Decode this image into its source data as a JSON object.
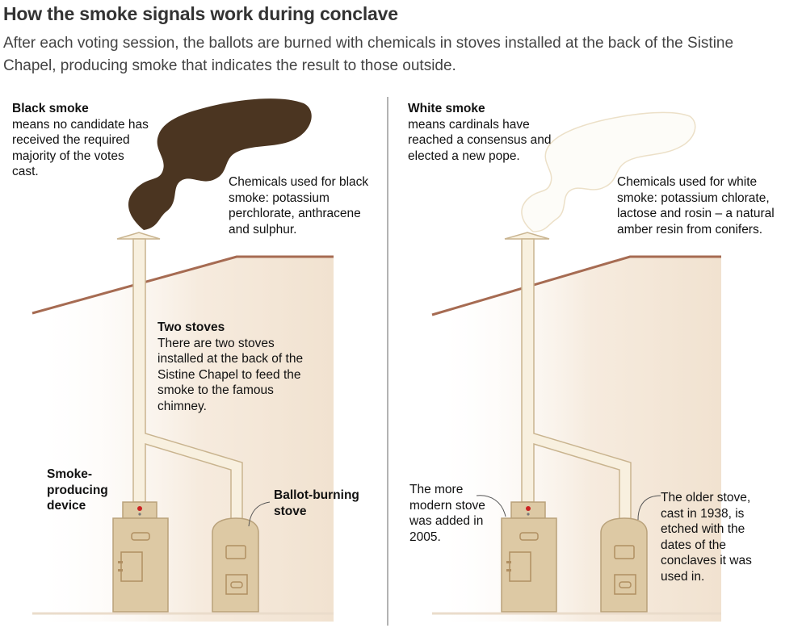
{
  "header": {
    "title": "How the smoke signals work during conclave",
    "subtitle": "After each voting session, the ballots are burned with chemicals in stoves installed at the back of the Sistine Chapel, producing smoke that indicates the result to those outside."
  },
  "left_panel": {
    "smoke_heading": "Black smoke",
    "smoke_desc": "means no candidate has received the required majority of the votes cast.",
    "chemicals": "Chemicals used for black smoke: potassium perchlorate, anthracene and sulphur.",
    "stoves_heading": "Two stoves",
    "stoves_desc": "There are two stoves installed at the back of the Sistine Chapel to feed the smoke to the famous chimney.",
    "device_label": "Smoke-producing device",
    "ballot_stove_label": "Ballot-burning stove"
  },
  "right_panel": {
    "smoke_heading": "White smoke",
    "smoke_desc": "means cardinals have reached a consensus and elected a new pope.",
    "chemicals": "Chemicals used for white smoke: potassium chlorate, lactose and rosin – a natural amber resin from conifers.",
    "modern_stove": "The more modern stove was added in 2005.",
    "older_stove": "The older stove, cast in 1938, is etched with the dates of the conclaves it was used in."
  },
  "colors": {
    "stove_fill": "#ddc9a4",
    "stove_stroke": "#b9a17a",
    "pipe_fill": "#f8f0df",
    "roof": "#a66b52",
    "black_smoke": "#4a3520",
    "wall_gradient": "#f1e3d3"
  }
}
